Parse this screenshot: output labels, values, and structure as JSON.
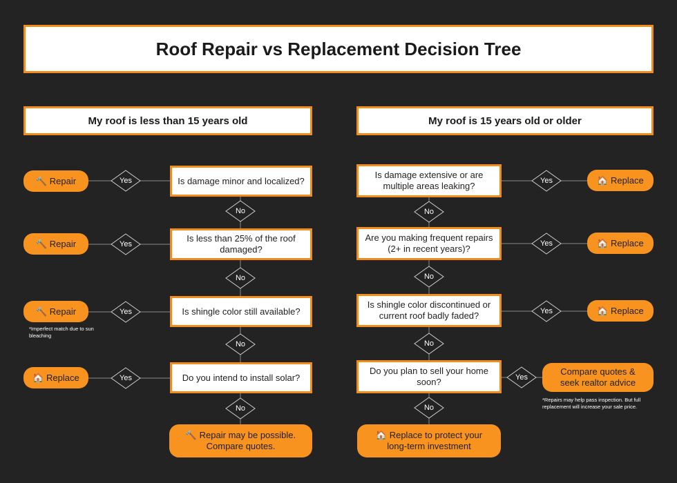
{
  "title": "Roof Repair vs Replacement Decision Tree",
  "colors": {
    "accent": "#f28c1d",
    "pill": "#f7931e",
    "background": "#232323"
  },
  "left": {
    "header": "My roof is less than 15 years old",
    "questions": [
      "Is damage minor and localized?",
      "Is less than 25% of the roof damaged?",
      "Is shingle color still available?",
      "Do you intend to install solar?"
    ],
    "outcomes": [
      {
        "icon": "hammer-icon",
        "glyph": "🔨",
        "label": "Repair"
      },
      {
        "icon": "hammer-icon",
        "glyph": "🔨",
        "label": "Repair"
      },
      {
        "icon": "hammer-icon",
        "glyph": "🔨",
        "label": "Repair"
      },
      {
        "icon": "house-icon",
        "glyph": "🏠",
        "label": "Replace"
      }
    ],
    "note": "*Imperfect match due to sun bleaching",
    "final": {
      "icon": "hammer-icon",
      "glyph": "🔨",
      "line1": "Repair may be possible.",
      "line2": "Compare quotes."
    }
  },
  "right": {
    "header": "My roof is 15 years old or older",
    "questions": [
      "Is damage extensive or are multiple areas leaking?",
      "Are you making frequent repairs (2+ in recent years)?",
      "Is shingle color discontinued or current roof badly faded?",
      "Do you plan to sell your home soon?"
    ],
    "outcomes": [
      {
        "icon": "house-icon",
        "glyph": "🏠",
        "label": "Replace"
      },
      {
        "icon": "house-icon",
        "glyph": "🏠",
        "label": "Replace"
      },
      {
        "icon": "house-icon",
        "glyph": "🏠",
        "label": "Replace"
      },
      {
        "icon": "",
        "glyph": "",
        "label": "Compare quotes & seek realtor advice"
      }
    ],
    "note": "*Repairs may help pass inspection. But full replacement will increase your sale price.",
    "final": {
      "icon": "house-icon",
      "glyph": "🏠",
      "line1": "Replace to protect your",
      "line2": "long-term investment"
    }
  },
  "labels": {
    "yes": "Yes",
    "no": "No"
  }
}
